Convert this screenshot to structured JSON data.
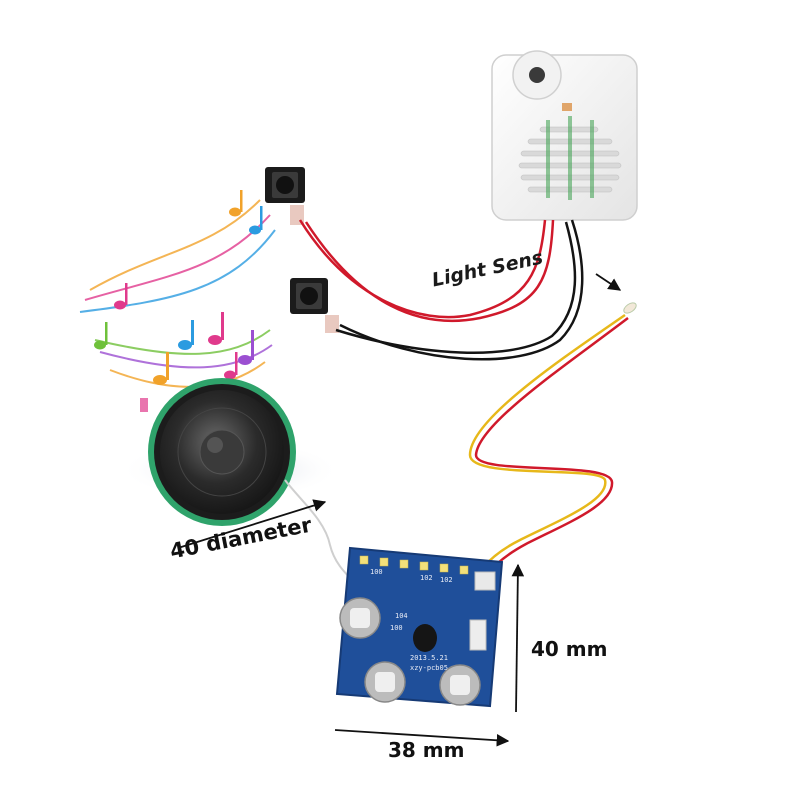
{
  "labels": {
    "speaker_diameter": "40 diameter",
    "board_height": "40 mm",
    "board_width": "38 mm",
    "sensor": "Light Sens"
  },
  "pcb_text": {
    "date": "2013.5.21",
    "part_name": "xzy-pcb05",
    "ref_c1": "104",
    "ref_r1": "100",
    "ref_r2": "100",
    "ref_q1": "102",
    "ref_q2": "102"
  },
  "colors": {
    "pcb_blue": "#1f4f9a",
    "wire_red": "#d0192b",
    "wire_black": "#141414",
    "wire_yellow": "#e7b81a",
    "housing_white": "#f4f4f4",
    "speaker_rim": "#2fa36b",
    "speaker_cone": "#2b2b2b",
    "music_notes": [
      "#f1a22a",
      "#e03a8c",
      "#2b9be0",
      "#6fc13b",
      "#9b4fd1"
    ]
  },
  "icons": {
    "music_notes": "music-notes-icon",
    "arrow": "dimension-arrow-icon"
  }
}
